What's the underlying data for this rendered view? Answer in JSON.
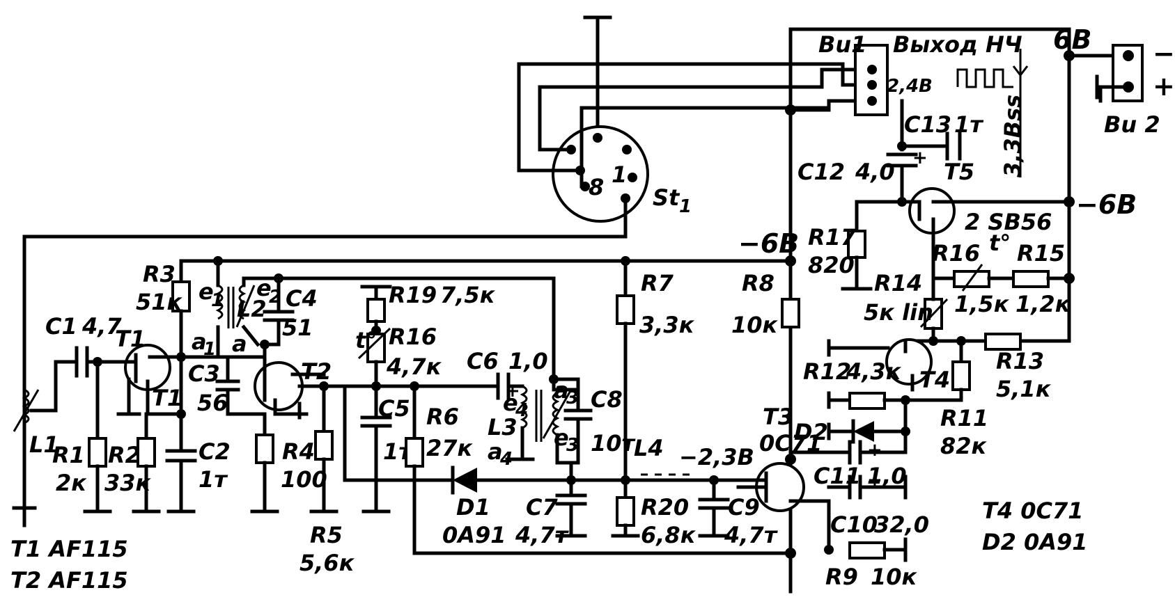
{
  "labels": {
    "ant_top": "",
    "st1": "St",
    "st1_sub": "1",
    "st_pin": "8",
    "st_pin1": "1",
    "bu1": "Bu1",
    "out_lf": "Выход НЧ",
    "v_248": "2,4В",
    "v_6b_top": "6В",
    "minus": "−",
    "plus": "+",
    "bu2": "Bu 2",
    "c13": "C13",
    "c13_val": "1т",
    "c12": "C12",
    "c12_val": "4,0",
    "t5": "T5",
    "t5_type": "2 SB56",
    "v_33bss": "3,3Вss",
    "v_m6b_right": "−6В",
    "r17": "R17",
    "r17_val": "820",
    "v_m6b_mid": "−6В",
    "r16b": "R16",
    "r16b_t": "t°",
    "r15": "R15",
    "r14": "R14",
    "r14_val": "5к lin",
    "r16b_val": "1,5к",
    "r15_val": "1,2к",
    "r8": "R8",
    "r8_val": "10к",
    "r7": "R7",
    "r7_val": "3,3к",
    "r3": "R3",
    "r3_val": "51к",
    "e1": "e",
    "e1_sub": "1",
    "e2": "e",
    "e2_sub": "2",
    "l2": "L2",
    "c4": "C4",
    "c4_val": "51",
    "a1": "a",
    "a1_sub": "1",
    "a_small": "a",
    "r19": "R19",
    "r19_val": "7,5к",
    "r16": "R16",
    "r16_t": "t°",
    "r16_val": "4,7к",
    "c1": "C1",
    "c1_val": "4,7",
    "t1_lbl": "T1",
    "t2_lbl": "T2",
    "c3": "C3",
    "c3_val": "56",
    "c6": "C6",
    "c6_val": "1,0",
    "e4": "e",
    "e4_sub": "4",
    "l3": "L3",
    "a4": "a",
    "a4_sub": "4",
    "a3": "a",
    "a3_sub": "3",
    "c8": "C8",
    "c8_val": "10т",
    "e3": "e",
    "e3_sub": "3",
    "r6": "R6",
    "r6_val": "27к",
    "c5": "C5",
    "c5_val": "1т",
    "l1": "L1",
    "r1": "R1",
    "r1_val": "2к",
    "r2": "R2",
    "r2_val": "33к",
    "c2": "C2",
    "c2_val": "1т",
    "r4": "R4",
    "r4_val": "100",
    "r5": "R5",
    "r5_val": "5,6к",
    "d1": "D1",
    "d1_type": "0А91",
    "c7": "C7",
    "c7_val": "4,7т",
    "l4": "L4",
    "v_m23": "−2,3В",
    "r20": "R20",
    "r20_val": "6,8к",
    "c9": "C9",
    "c9_val": "4,7т",
    "t3": "T3",
    "t3_type": "0C71",
    "r12": "R12",
    "r12_val": "4,3к",
    "t4": "T4",
    "r13": "R13",
    "r13_val": "5,1к",
    "d2": "D2",
    "r11": "R11",
    "r11_val": "82к",
    "c11": "C11",
    "c11_val": "1,0",
    "c10": "C10",
    "c10_val": "32,0",
    "r9": "R9",
    "r9_val": "10к",
    "legend_t4": "T4 0C71",
    "legend_d2": "D2  0А91",
    "legend_t1": "T1 AF115",
    "legend_t2": "T2 AF115"
  }
}
